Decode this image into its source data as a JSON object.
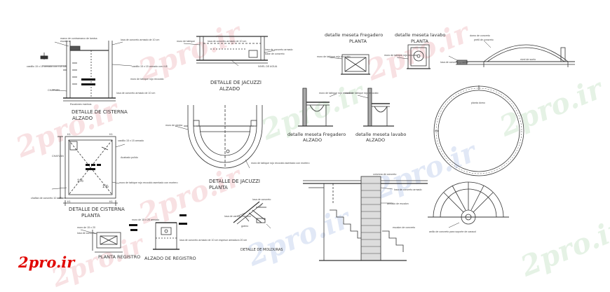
{
  "brand": {
    "text": "2pro.ir",
    "color": "#e10600"
  },
  "watermark": {
    "text": "2pro.ir",
    "colors": [
      "#f3c9cc",
      "#cfe8cf",
      "#c9d6ee"
    ]
  },
  "drawings": {
    "cisterna_alzado": {
      "title_1": "DETALLE DE CISTERNA",
      "title_2": "ALZADO",
      "notes": [
        "marco de contramarco de lamina",
        "escalera",
        "losa de concreto armado de 10 cm",
        "castillo 15 x 15 armado con 4 Ø 3/8",
        "castillo 15 x 15 armado con 4 Ø",
        "muro de tabique rojo recocido",
        "losa de concreto armado de 10 cm",
        "CHAFLAN",
        "Escalones marinos"
      ]
    },
    "cisterna_planta": {
      "title_1": "DETALLE DE CISTERNA",
      "title_2": "PLANTA",
      "notes": [
        "castillo 15 x 15 armado",
        "CHAFLAN",
        "Acabado pulido",
        "muro de tabique rojo recocido asentado con mortero",
        "chaflan de concreto 10 x 10 cm"
      ],
      "marks": [
        "K1",
        "K1",
        "K1",
        "K1",
        "1%",
        "1%"
      ]
    },
    "jacuzzi_alzado": {
      "title_1": "DETALLE DE JACUZZI",
      "title_2": "ALZADO",
      "notes": [
        "muro de tabique",
        "losa de concreto armado de 10 cm",
        "losa de concreto armado",
        "base de concreto",
        "NIVEL DE AGUA"
      ]
    },
    "jacuzzi_planta": {
      "title_1": "DETALLE DE JACUZZI",
      "title_2": "PLANTA",
      "notes": [
        "muro de piedra",
        "muro de tabique rojo recocido asentado con mortero"
      ]
    },
    "fregadero_planta": {
      "title_1": "detalle meseta Fregadero",
      "title_2": "PLANTA",
      "notes": [
        "muro de tabique rojo recocido"
      ]
    },
    "lavabo_planta": {
      "title_1": "detalle meseta lavabo",
      "title_2": "PLANTA",
      "notes": [
        "muro de tabique rojo recocido"
      ]
    },
    "fregadero_alzado": {
      "title_1": "detalle meseta Fregadero",
      "title_2": "ALZADO",
      "notes": [
        "muro de tabique rojo recocido"
      ]
    },
    "lavabo_alzado": {
      "title_1": "detalle meseta lavabo",
      "title_2": "ALZADO",
      "notes": [
        "muro de tabique rojo recocido"
      ]
    },
    "cupula": {
      "notes": [
        "domo de concreto",
        "pretil de concreto",
        "losa de concreto y varilla",
        "nivel de suelo",
        "planta domo"
      ]
    },
    "escalera": {
      "notes": [
        "columna de concreto",
        "losa de concreto armado",
        "armado de escalon",
        "escalon de concreto",
        "anillo de concreto para soporte de caracol"
      ]
    },
    "registro_planta": {
      "title": "PLANTA REGISTRO",
      "notes": [
        "muro de 15 x 20",
        "losa de concreto"
      ]
    },
    "registro_alzado": {
      "title": "ALZADO DE REGISTRO",
      "notes": [
        "muro de 15 x 20 armado",
        "losa de concreto armado de 10 cm espesor armadura 20 cm"
      ]
    },
    "molduras": {
      "title": "DETALLE DE MOLDURAS",
      "notes": [
        "losa de concreto",
        "losa de varilla y escalon",
        "gotero"
      ]
    }
  }
}
